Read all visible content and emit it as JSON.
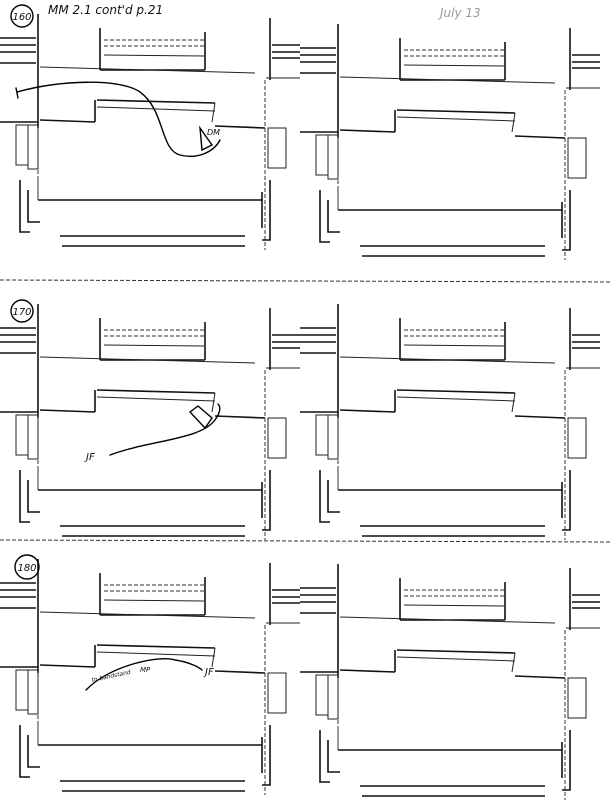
{
  "header": {
    "note": "MM 2.1 cont'd p.21",
    "date": "July 13"
  },
  "panels": [
    {
      "number": "160",
      "annotations": [
        "DM"
      ]
    },
    {
      "number": "",
      "annotations": []
    },
    {
      "number": "170",
      "annotations": [
        "JF"
      ]
    },
    {
      "number": "",
      "annotations": []
    },
    {
      "number": "180",
      "annotations": [
        "MP",
        "JF",
        "to bandstand"
      ]
    },
    {
      "number": "",
      "annotations": []
    }
  ],
  "colors": {
    "ink": "#111111",
    "paper": "#ffffff"
  }
}
